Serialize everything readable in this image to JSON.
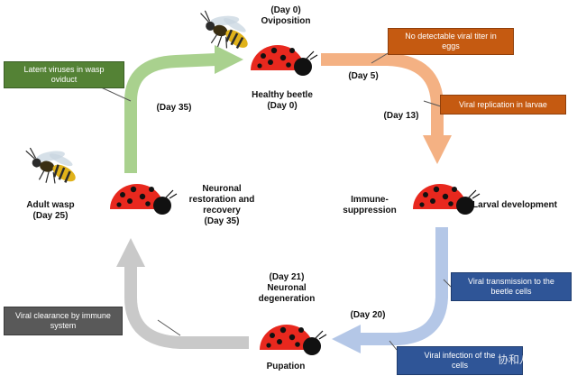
{
  "colors": {
    "green": "#548235",
    "orange": "#c55a11",
    "blue": "#2f5597",
    "gray": "#595959",
    "arrow_green": "#a9d18e",
    "arrow_orange": "#f4b183",
    "arrow_blue": "#b4c7e7",
    "arrow_gray": "#c9c9c9",
    "beetle_red": "#e8281e",
    "beetle_black": "#111111"
  },
  "icons": [
    "ladybug-icon",
    "wasp-icon",
    "wechat-icon"
  ],
  "labels": {
    "oviposition_day": "(Day 0)",
    "oviposition": "Oviposition",
    "healthy_beetle": "Healthy beetle\n(Day 0)",
    "day5": "(Day 5)",
    "day13": "(Day 13)",
    "day35_top": "(Day 35)",
    "adult_wasp": "Adult wasp\n(Day 25)",
    "neuronal_restoration": "Neuronal\nrestoration and\nrecovery\n(Day 35)",
    "immune_suppression": "Immune-\nsuppression",
    "larval_development": "Larval development",
    "neuronal_degeneration": "(Day 21)\nNeuronal\ndegeneration",
    "day20": "(Day 20)",
    "pupation": "Pupation"
  },
  "boxes": {
    "latent": "Latent viruses in wasp\noviduct",
    "no_titer": "No detectable viral titer in\neggs",
    "replication": "Viral replication in larvae",
    "transmission": "Viral transmission to the\nbeetle cells",
    "infection": "Viral infection of the\ncells",
    "clearance": "Viral clearance by immune\nsystem"
  },
  "watermark": "协和八"
}
